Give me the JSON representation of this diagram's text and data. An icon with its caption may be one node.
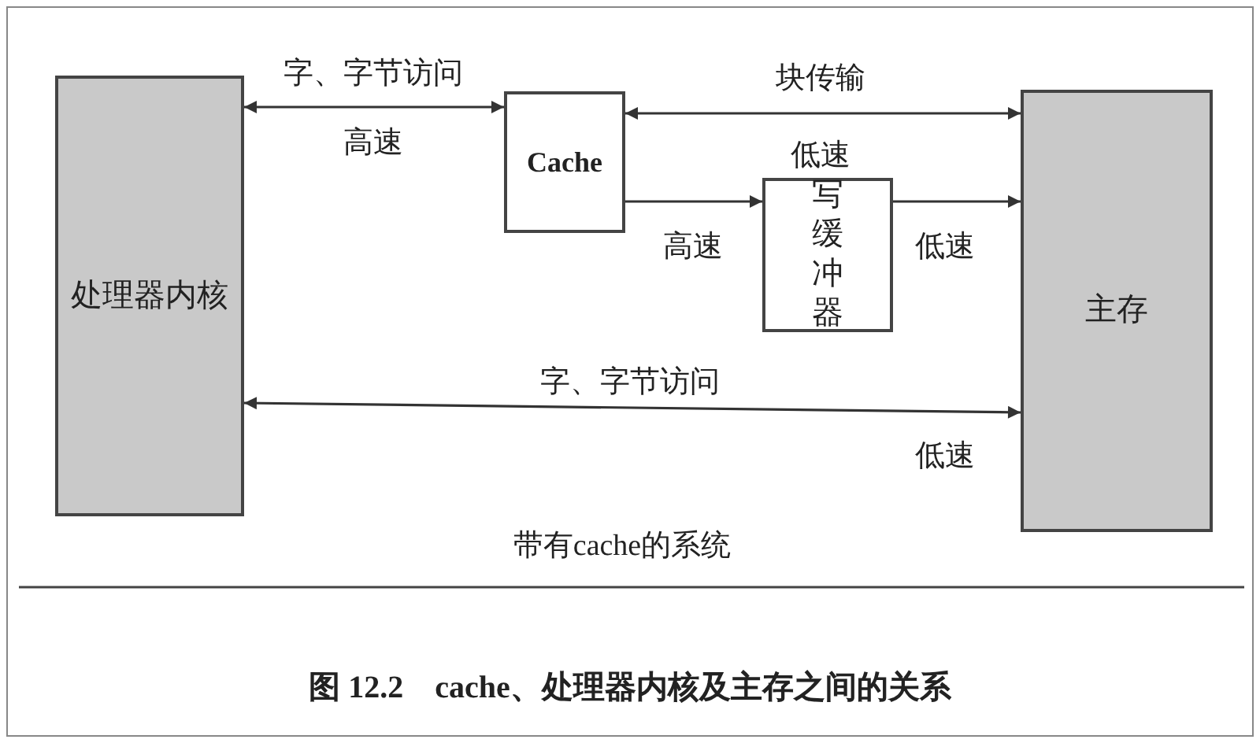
{
  "diagram": {
    "caption": "图 12.2　cache、处理器内核及主存之间的关系",
    "nodes": [
      {
        "text": [
          "处理器内核"
        ]
      },
      {
        "text": [
          "Cache"
        ]
      },
      {
        "text": [
          "写缓冲器"
        ]
      },
      {
        "text": [
          "主存"
        ]
      }
    ],
    "edges": [
      {
        "from": 0,
        "to": 1,
        "arrow": "both",
        "label": "字、字节访问"
      },
      {
        "from": 1,
        "to": 3,
        "arrow": "both",
        "label": "块传输"
      },
      {
        "from": 1,
        "to": 2,
        "arrow": "to"
      },
      {
        "from": 2,
        "to": 3,
        "arrow": "to"
      },
      {
        "from": 0,
        "to": 3,
        "arrow": "both",
        "label": "字、字节访问"
      }
    ],
    "labels": [
      "高速",
      "低速",
      "高速",
      "低速",
      "低速",
      "带有cache的系统"
    ]
  }
}
